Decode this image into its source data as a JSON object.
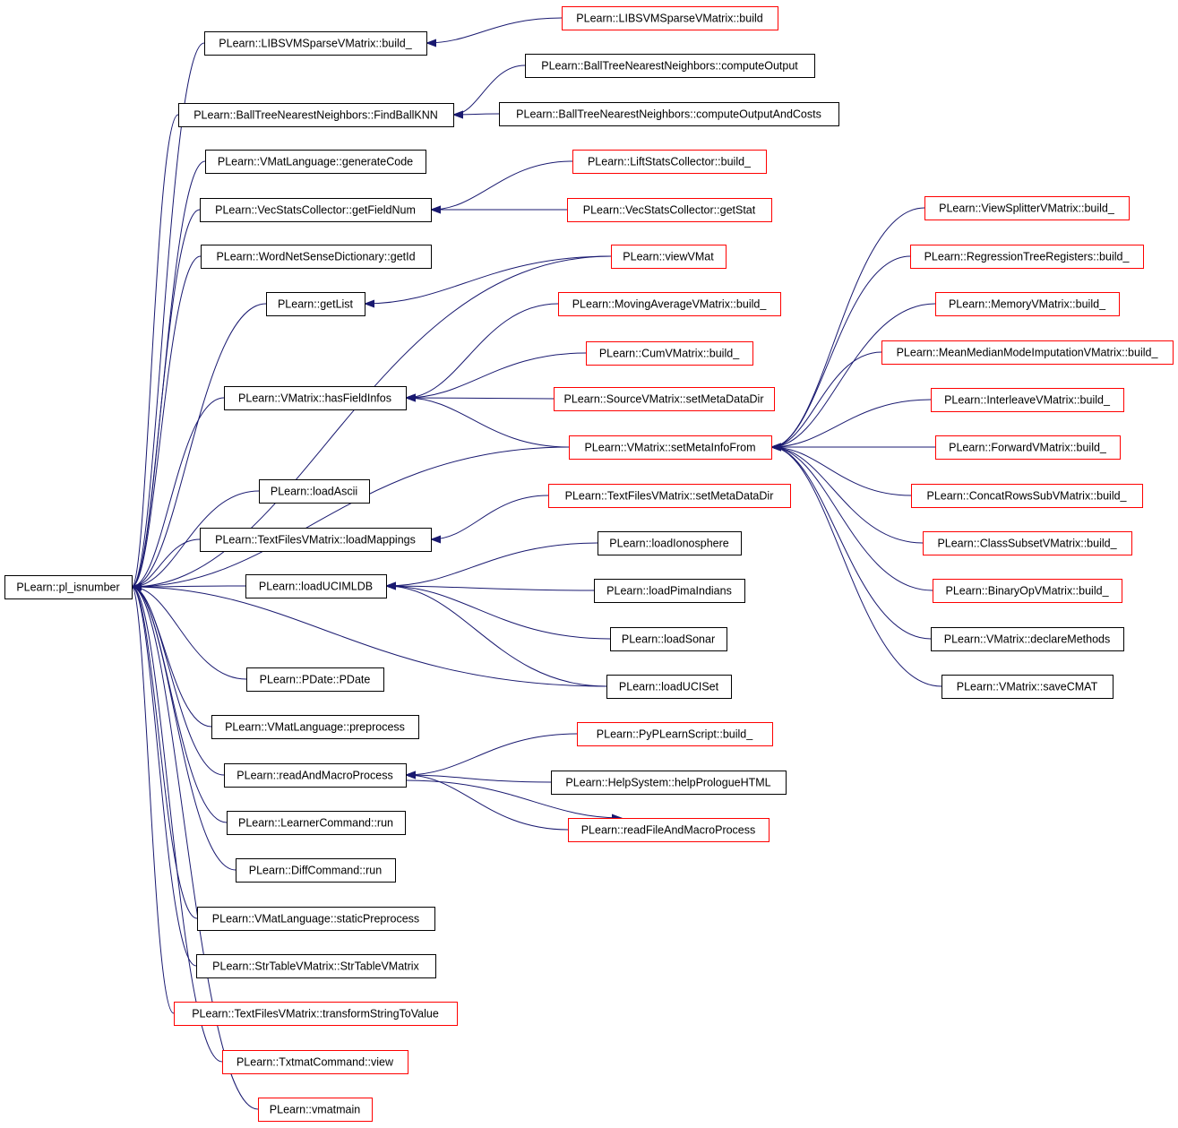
{
  "colors": {
    "edge": "#191970",
    "black_border": "#000000",
    "red_border": "#ff0000",
    "root_fill": "#bfbfbf"
  },
  "nodes": [
    {
      "id": "n0",
      "label": "PLearn::pl_isnumber",
      "border": "black",
      "root": true
    },
    {
      "id": "n1",
      "label": "PLearn::LIBSVMSparseVMatrix::build_",
      "border": "black"
    },
    {
      "id": "n2",
      "label": "PLearn::LIBSVMSparseVMatrix::build",
      "border": "red"
    },
    {
      "id": "n3",
      "label": "PLearn::BallTreeNearestNeighbors::FindBallKNN",
      "border": "black"
    },
    {
      "id": "n4",
      "label": "PLearn::BallTreeNearestNeighbors::computeOutput",
      "border": "black"
    },
    {
      "id": "n5",
      "label": "PLearn::BallTreeNearestNeighbors::computeOutputAndCosts",
      "border": "black"
    },
    {
      "id": "n6",
      "label": "PLearn::VMatLanguage::generateCode",
      "border": "black"
    },
    {
      "id": "n7",
      "label": "PLearn::VecStatsCollector::getFieldNum",
      "border": "black"
    },
    {
      "id": "n8",
      "label": "PLearn::LiftStatsCollector::build_",
      "border": "red"
    },
    {
      "id": "n9",
      "label": "PLearn::VecStatsCollector::getStat",
      "border": "red"
    },
    {
      "id": "n10",
      "label": "PLearn::WordNetSenseDictionary::getId",
      "border": "black"
    },
    {
      "id": "n11",
      "label": "PLearn::getList",
      "border": "black"
    },
    {
      "id": "n12",
      "label": "PLearn::viewVMat",
      "border": "red"
    },
    {
      "id": "n13",
      "label": "PLearn::MovingAverageVMatrix::build_",
      "border": "red"
    },
    {
      "id": "n14",
      "label": "PLearn::CumVMatrix::build_",
      "border": "red"
    },
    {
      "id": "n15",
      "label": "PLearn::VMatrix::hasFieldInfos",
      "border": "black"
    },
    {
      "id": "n16",
      "label": "PLearn::SourceVMatrix::setMetaDataDir",
      "border": "red"
    },
    {
      "id": "n17",
      "label": "PLearn::VMatrix::setMetaInfoFrom",
      "border": "red"
    },
    {
      "id": "n18",
      "label": "PLearn::loadAscii",
      "border": "black"
    },
    {
      "id": "n19",
      "label": "PLearn::TextFilesVMatrix::setMetaDataDir",
      "border": "red"
    },
    {
      "id": "n20",
      "label": "PLearn::TextFilesVMatrix::loadMappings",
      "border": "black"
    },
    {
      "id": "n21",
      "label": "PLearn::loadIonosphere",
      "border": "black"
    },
    {
      "id": "n22",
      "label": "PLearn::loadUCIMLDB",
      "border": "black"
    },
    {
      "id": "n23",
      "label": "PLearn::loadPimaIndians",
      "border": "black"
    },
    {
      "id": "n24",
      "label": "PLearn::loadSonar",
      "border": "black"
    },
    {
      "id": "n25",
      "label": "PLearn::loadUCISet",
      "border": "black"
    },
    {
      "id": "n26",
      "label": "PLearn::PDate::PDate",
      "border": "black"
    },
    {
      "id": "n27",
      "label": "PLearn::VMatLanguage::preprocess",
      "border": "black"
    },
    {
      "id": "n28",
      "label": "PLearn::readAndMacroProcess",
      "border": "black"
    },
    {
      "id": "n29",
      "label": "PLearn::PyPLearnScript::build_",
      "border": "red"
    },
    {
      "id": "n30",
      "label": "PLearn::HelpSystem::helpPrologueHTML",
      "border": "black"
    },
    {
      "id": "n31",
      "label": "PLearn::readFileAndMacroProcess",
      "border": "red"
    },
    {
      "id": "n32",
      "label": "PLearn::LearnerCommand::run",
      "border": "black"
    },
    {
      "id": "n33",
      "label": "PLearn::DiffCommand::run",
      "border": "black"
    },
    {
      "id": "n34",
      "label": "PLearn::VMatLanguage::staticPreprocess",
      "border": "black"
    },
    {
      "id": "n35",
      "label": "PLearn::StrTableVMatrix::StrTableVMatrix",
      "border": "black"
    },
    {
      "id": "n36",
      "label": "PLearn::TextFilesVMatrix::transformStringToValue",
      "border": "red"
    },
    {
      "id": "n37",
      "label": "PLearn::TxtmatCommand::view",
      "border": "red"
    },
    {
      "id": "n38",
      "label": "PLearn::vmatmain",
      "border": "red"
    },
    {
      "id": "n39",
      "label": "PLearn::ViewSplitterVMatrix::build_",
      "border": "red"
    },
    {
      "id": "n40",
      "label": "PLearn::RegressionTreeRegisters::build_",
      "border": "red"
    },
    {
      "id": "n41",
      "label": "PLearn::MemoryVMatrix::build_",
      "border": "red"
    },
    {
      "id": "n42",
      "label": "PLearn::MeanMedianModeImputationVMatrix::build_",
      "border": "red"
    },
    {
      "id": "n43",
      "label": "PLearn::InterleaveVMatrix::build_",
      "border": "red"
    },
    {
      "id": "n44",
      "label": "PLearn::ForwardVMatrix::build_",
      "border": "red"
    },
    {
      "id": "n45",
      "label": "PLearn::ConcatRowsSubVMatrix::build_",
      "border": "red"
    },
    {
      "id": "n46",
      "label": "PLearn::ClassSubsetVMatrix::build_",
      "border": "red"
    },
    {
      "id": "n47",
      "label": "PLearn::BinaryOpVMatrix::build_",
      "border": "red"
    },
    {
      "id": "n48",
      "label": "PLearn::VMatrix::declareMethods",
      "border": "black"
    },
    {
      "id": "n49",
      "label": "PLearn::VMatrix::saveCMAT",
      "border": "black"
    }
  ],
  "edges": [
    [
      "n1",
      "n0"
    ],
    [
      "n3",
      "n0"
    ],
    [
      "n6",
      "n0"
    ],
    [
      "n7",
      "n0"
    ],
    [
      "n10",
      "n0"
    ],
    [
      "n11",
      "n0"
    ],
    [
      "n12",
      "n0"
    ],
    [
      "n15",
      "n0"
    ],
    [
      "n17",
      "n0"
    ],
    [
      "n18",
      "n0"
    ],
    [
      "n20",
      "n0"
    ],
    [
      "n22",
      "n0"
    ],
    [
      "n25",
      "n0"
    ],
    [
      "n26",
      "n0"
    ],
    [
      "n27",
      "n0"
    ],
    [
      "n28",
      "n0"
    ],
    [
      "n32",
      "n0"
    ],
    [
      "n33",
      "n0"
    ],
    [
      "n34",
      "n0"
    ],
    [
      "n35",
      "n0"
    ],
    [
      "n36",
      "n0"
    ],
    [
      "n37",
      "n0"
    ],
    [
      "n38",
      "n0"
    ],
    [
      "n2",
      "n1"
    ],
    [
      "n4",
      "n3"
    ],
    [
      "n5",
      "n3"
    ],
    [
      "n8",
      "n7"
    ],
    [
      "n9",
      "n7"
    ],
    [
      "n12",
      "n11"
    ],
    [
      "n13",
      "n15"
    ],
    [
      "n14",
      "n15"
    ],
    [
      "n16",
      "n15"
    ],
    [
      "n17",
      "n15"
    ],
    [
      "n19",
      "n20"
    ],
    [
      "n21",
      "n22"
    ],
    [
      "n23",
      "n22"
    ],
    [
      "n24",
      "n22"
    ],
    [
      "n25",
      "n22"
    ],
    [
      "n29",
      "n28"
    ],
    [
      "n30",
      "n28"
    ],
    [
      "n31",
      "n28"
    ],
    [
      "n28",
      "n31"
    ],
    [
      "n39",
      "n17"
    ],
    [
      "n40",
      "n17"
    ],
    [
      "n41",
      "n17"
    ],
    [
      "n42",
      "n17"
    ],
    [
      "n43",
      "n17"
    ],
    [
      "n44",
      "n17"
    ],
    [
      "n45",
      "n17"
    ],
    [
      "n46",
      "n17"
    ],
    [
      "n47",
      "n17"
    ],
    [
      "n48",
      "n17"
    ],
    [
      "n49",
      "n17"
    ]
  ]
}
